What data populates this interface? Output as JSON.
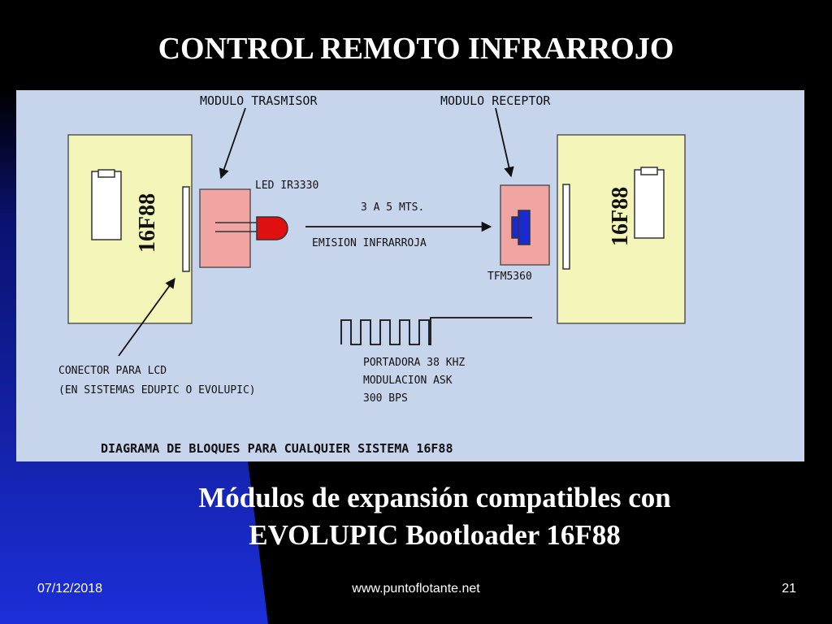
{
  "slide": {
    "title": "CONTROL REMOTO INFRARROJO",
    "subtitle_line1": "Módulos de expansión compatibles con",
    "subtitle_line2": "EVOLUPIC Bootloader 16F88",
    "footer_date": "07/12/2018",
    "footer_url": "www.puntoflotante.net",
    "page_number": "21"
  },
  "diagram": {
    "label_transmitter": "MODULO TRASMISOR",
    "label_receiver": "MODULO RECEPTOR",
    "label_led": "LED IR3330",
    "label_distance": "3 A 5 MTS.",
    "label_emission": "EMISION INFRARROJA",
    "label_sensor": "TFM5360",
    "chip_left": "16F88",
    "chip_right": "16F88",
    "connector_line1": "CONECTOR PARA LCD",
    "connector_line2": "(EN SISTEMAS EDUPIC O EVOLUPIC)",
    "carrier_line1": "PORTADORA 38 KHZ",
    "carrier_line2": "MODULACION ASK",
    "carrier_line3": "300 BPS",
    "caption": "DIAGRAMA DE BLOQUES PARA CUALQUIER SISTEMA 16F88"
  },
  "colors": {
    "slide_background": "#000000",
    "slide_accent": "#1c2fd9",
    "diagram_background": "#c6d4ec",
    "board_fill": "#f3f6b8",
    "module_fill": "#f1a5a3",
    "led_fill": "#e01010",
    "sensor_fill": "#1a2ad0",
    "text": "#ffffff"
  }
}
